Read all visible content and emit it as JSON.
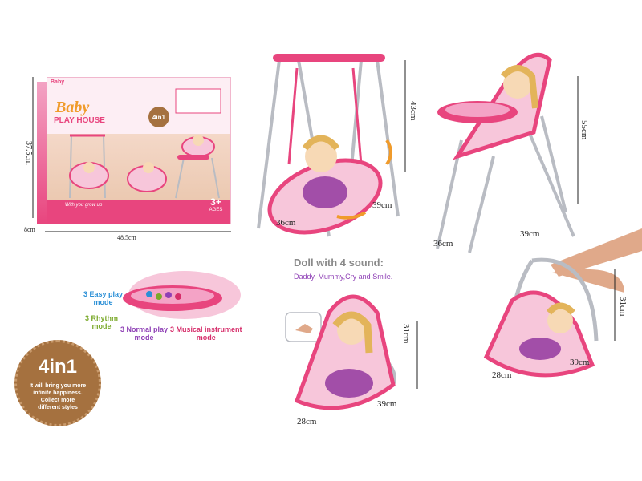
{
  "box": {
    "brand_top": "Baby",
    "brand_bottom": "PLAY HOUSE",
    "badge": "4in1",
    "age_badge": "3+",
    "age_sub": "AGES",
    "slogan": "With you grow up",
    "corner_label": "Baby",
    "dim_height": "37.5cm",
    "dim_width": "48.5cm",
    "dim_depth": "8cm"
  },
  "swing": {
    "height": "43cm",
    "width": "36cm",
    "depth": "39cm"
  },
  "highchair": {
    "height": "55cm",
    "width": "36cm",
    "depth": "39cm"
  },
  "sound": {
    "title": "Doll with 4 sound:",
    "subtitle": "Daddy, Mummy,Cry and Smile."
  },
  "modes": {
    "easy": "3 Easy play\nmode",
    "rhythm": "3 Rhythm\nmode",
    "normal": "3 Normal play\nmode",
    "musical": "3 Musical instrument\nmode"
  },
  "rocker": {
    "height": "31cm",
    "width": "28cm",
    "depth": "39cm"
  },
  "carrier": {
    "height": "31cm",
    "width": "28cm",
    "depth": "39cm"
  },
  "circle_badge": {
    "title": "4in1",
    "text": "It will bring you more\ninfinite happiness.\nCollect more\ndifferent styles"
  },
  "colors": {
    "pink": "#e8457e",
    "light_pink": "#f7c6da",
    "frame": "#b9bcc3",
    "brown": "#a5713f",
    "blue_mode": "#2a8fd6",
    "green_mode": "#7aa92a",
    "purple_mode": "#8e3fb5",
    "red_mode": "#d62d6a"
  }
}
